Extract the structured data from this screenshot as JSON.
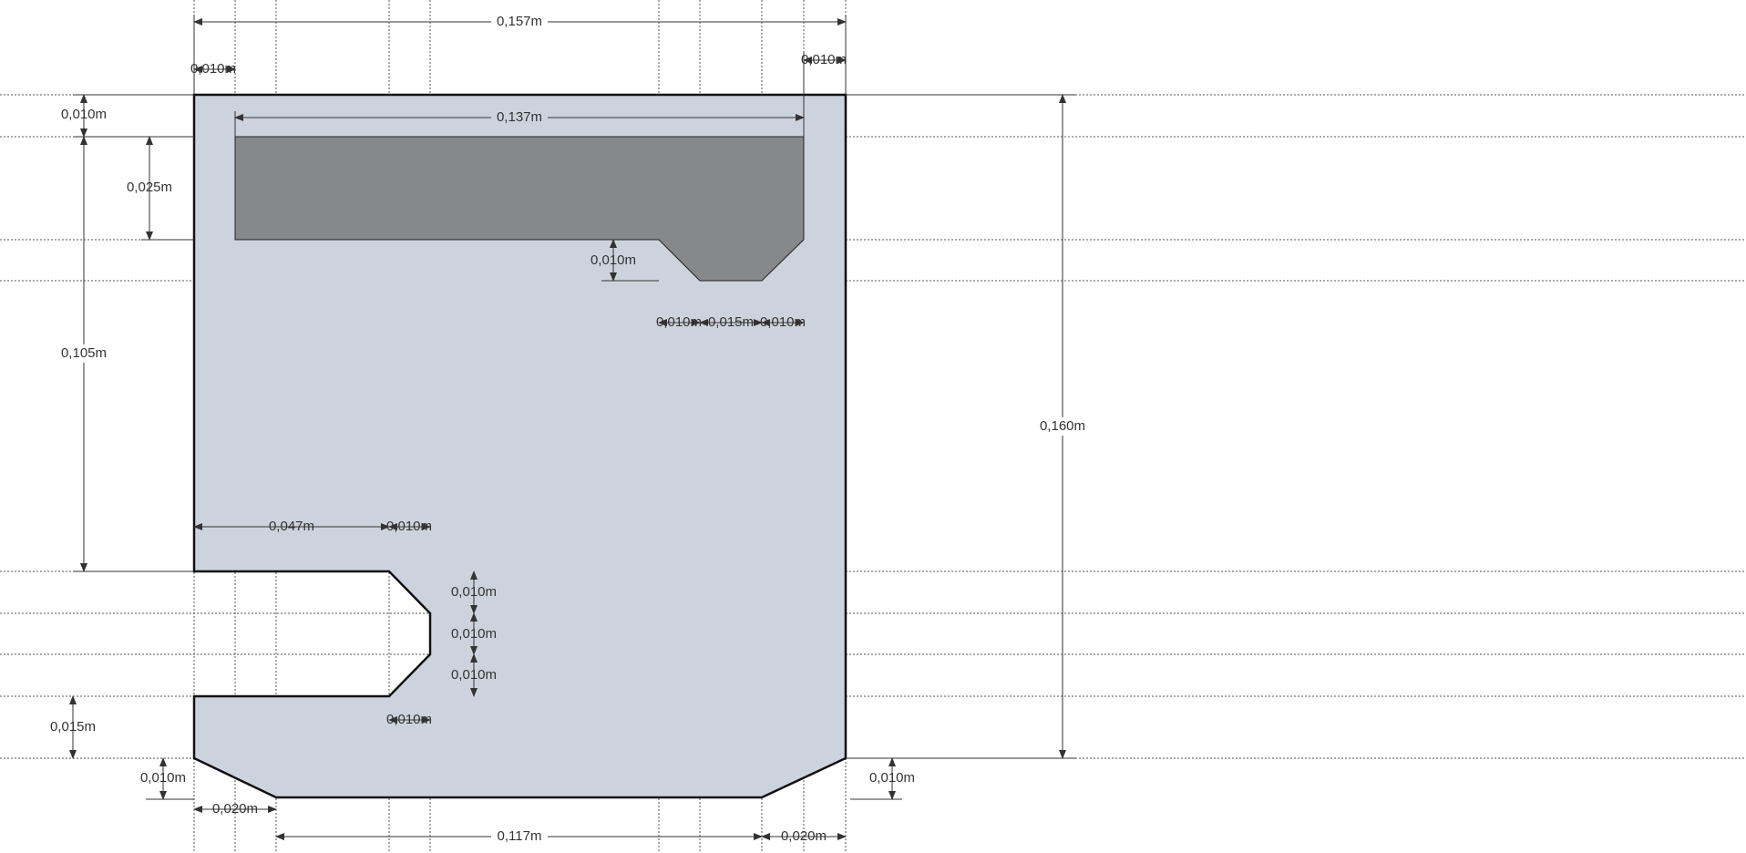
{
  "dimensions": {
    "total_width": "0,157m",
    "left_margin": "0,010m",
    "right_margin": "0,010m",
    "top_margin": "0,010m",
    "slot_width": "0,137m",
    "slot_height": "0,025m",
    "notch_depth": "0,010m",
    "notch_left_chamfer": "0,010m",
    "notch_flat": "0,015m",
    "notch_right_chamfer": "0,010m",
    "left_height": "0,105m",
    "total_height": "0,160m",
    "cut_offset": "0,047m",
    "cut_chamfer_width": "0,010m",
    "cut_upper_chamfer": "0,010m",
    "cut_flat": "0,010m",
    "cut_lower_chamfer": "0,010m",
    "cut_bottom_chamfer_width": "0,010m",
    "foot_height": "0,015m",
    "bottom_left_chamfer_height": "0,010m",
    "bottom_left_chamfer_width": "0,020m",
    "bottom_flat": "0,117m",
    "bottom_right_chamfer_width": "0,020m",
    "bottom_right_chamfer_height": "0,010m"
  }
}
